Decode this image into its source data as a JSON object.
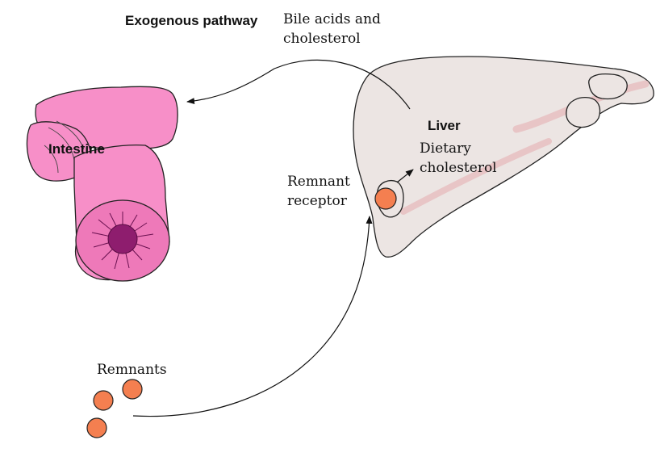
{
  "diagram": {
    "title": "Exogenous pathway",
    "labels": {
      "bile_line1": "Bile acids and",
      "bile_line2": "cholesterol",
      "liver": "Liver",
      "dietary_line1": "Dietary",
      "dietary_line2": "cholesterol",
      "receptor_line1": "Remnant",
      "receptor_line2": "receptor",
      "intestine": "Intestine",
      "remnants": "Remnants"
    },
    "colors": {
      "intestine_fill": "#f78fc8",
      "intestine_lumen": "#8e1d6e",
      "liver_fill": "#ece5e3",
      "liver_vessel": "#e8c5c6",
      "particle_fill": "#f47f50",
      "outline": "#222222"
    }
  }
}
